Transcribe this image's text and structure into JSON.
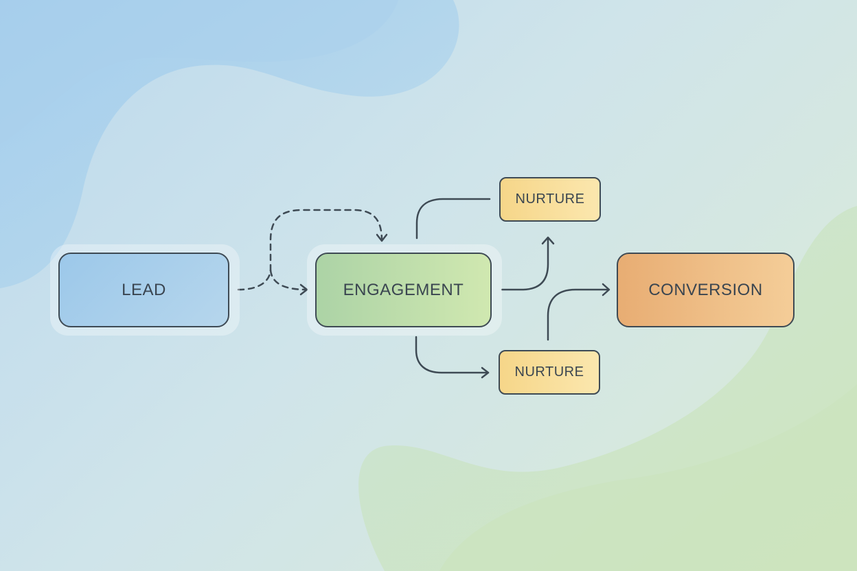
{
  "diagram": {
    "nodes": {
      "lead": "LEAD",
      "engagement": "ENGAGEMENT",
      "nurture_top": "NURTURE",
      "nurture_bottom": "NURTURE",
      "conversion": "CONVERSION"
    },
    "edges": [
      {
        "from": "LEAD",
        "to": "ENGAGEMENT",
        "style": "dashed"
      },
      {
        "from": "LEAD",
        "to": "ENGAGEMENT",
        "style": "dashed",
        "route": "loop-over-top"
      },
      {
        "from": "ENGAGEMENT",
        "to": "NURTURE (top)",
        "style": "solid"
      },
      {
        "from": "ENGAGEMENT",
        "to": "NURTURE (top)",
        "style": "solid",
        "route": "from-top"
      },
      {
        "from": "ENGAGEMENT",
        "to": "NURTURE (bottom)",
        "style": "solid"
      },
      {
        "from": "NURTURE (bottom)",
        "to": "CONVERSION",
        "style": "solid"
      }
    ],
    "colors": {
      "lead": "#9cc8ea",
      "engagement": "#c0e0aa",
      "nurture": "#f8de9a",
      "conversion": "#eeba82",
      "stroke": "#3e4a54"
    }
  }
}
